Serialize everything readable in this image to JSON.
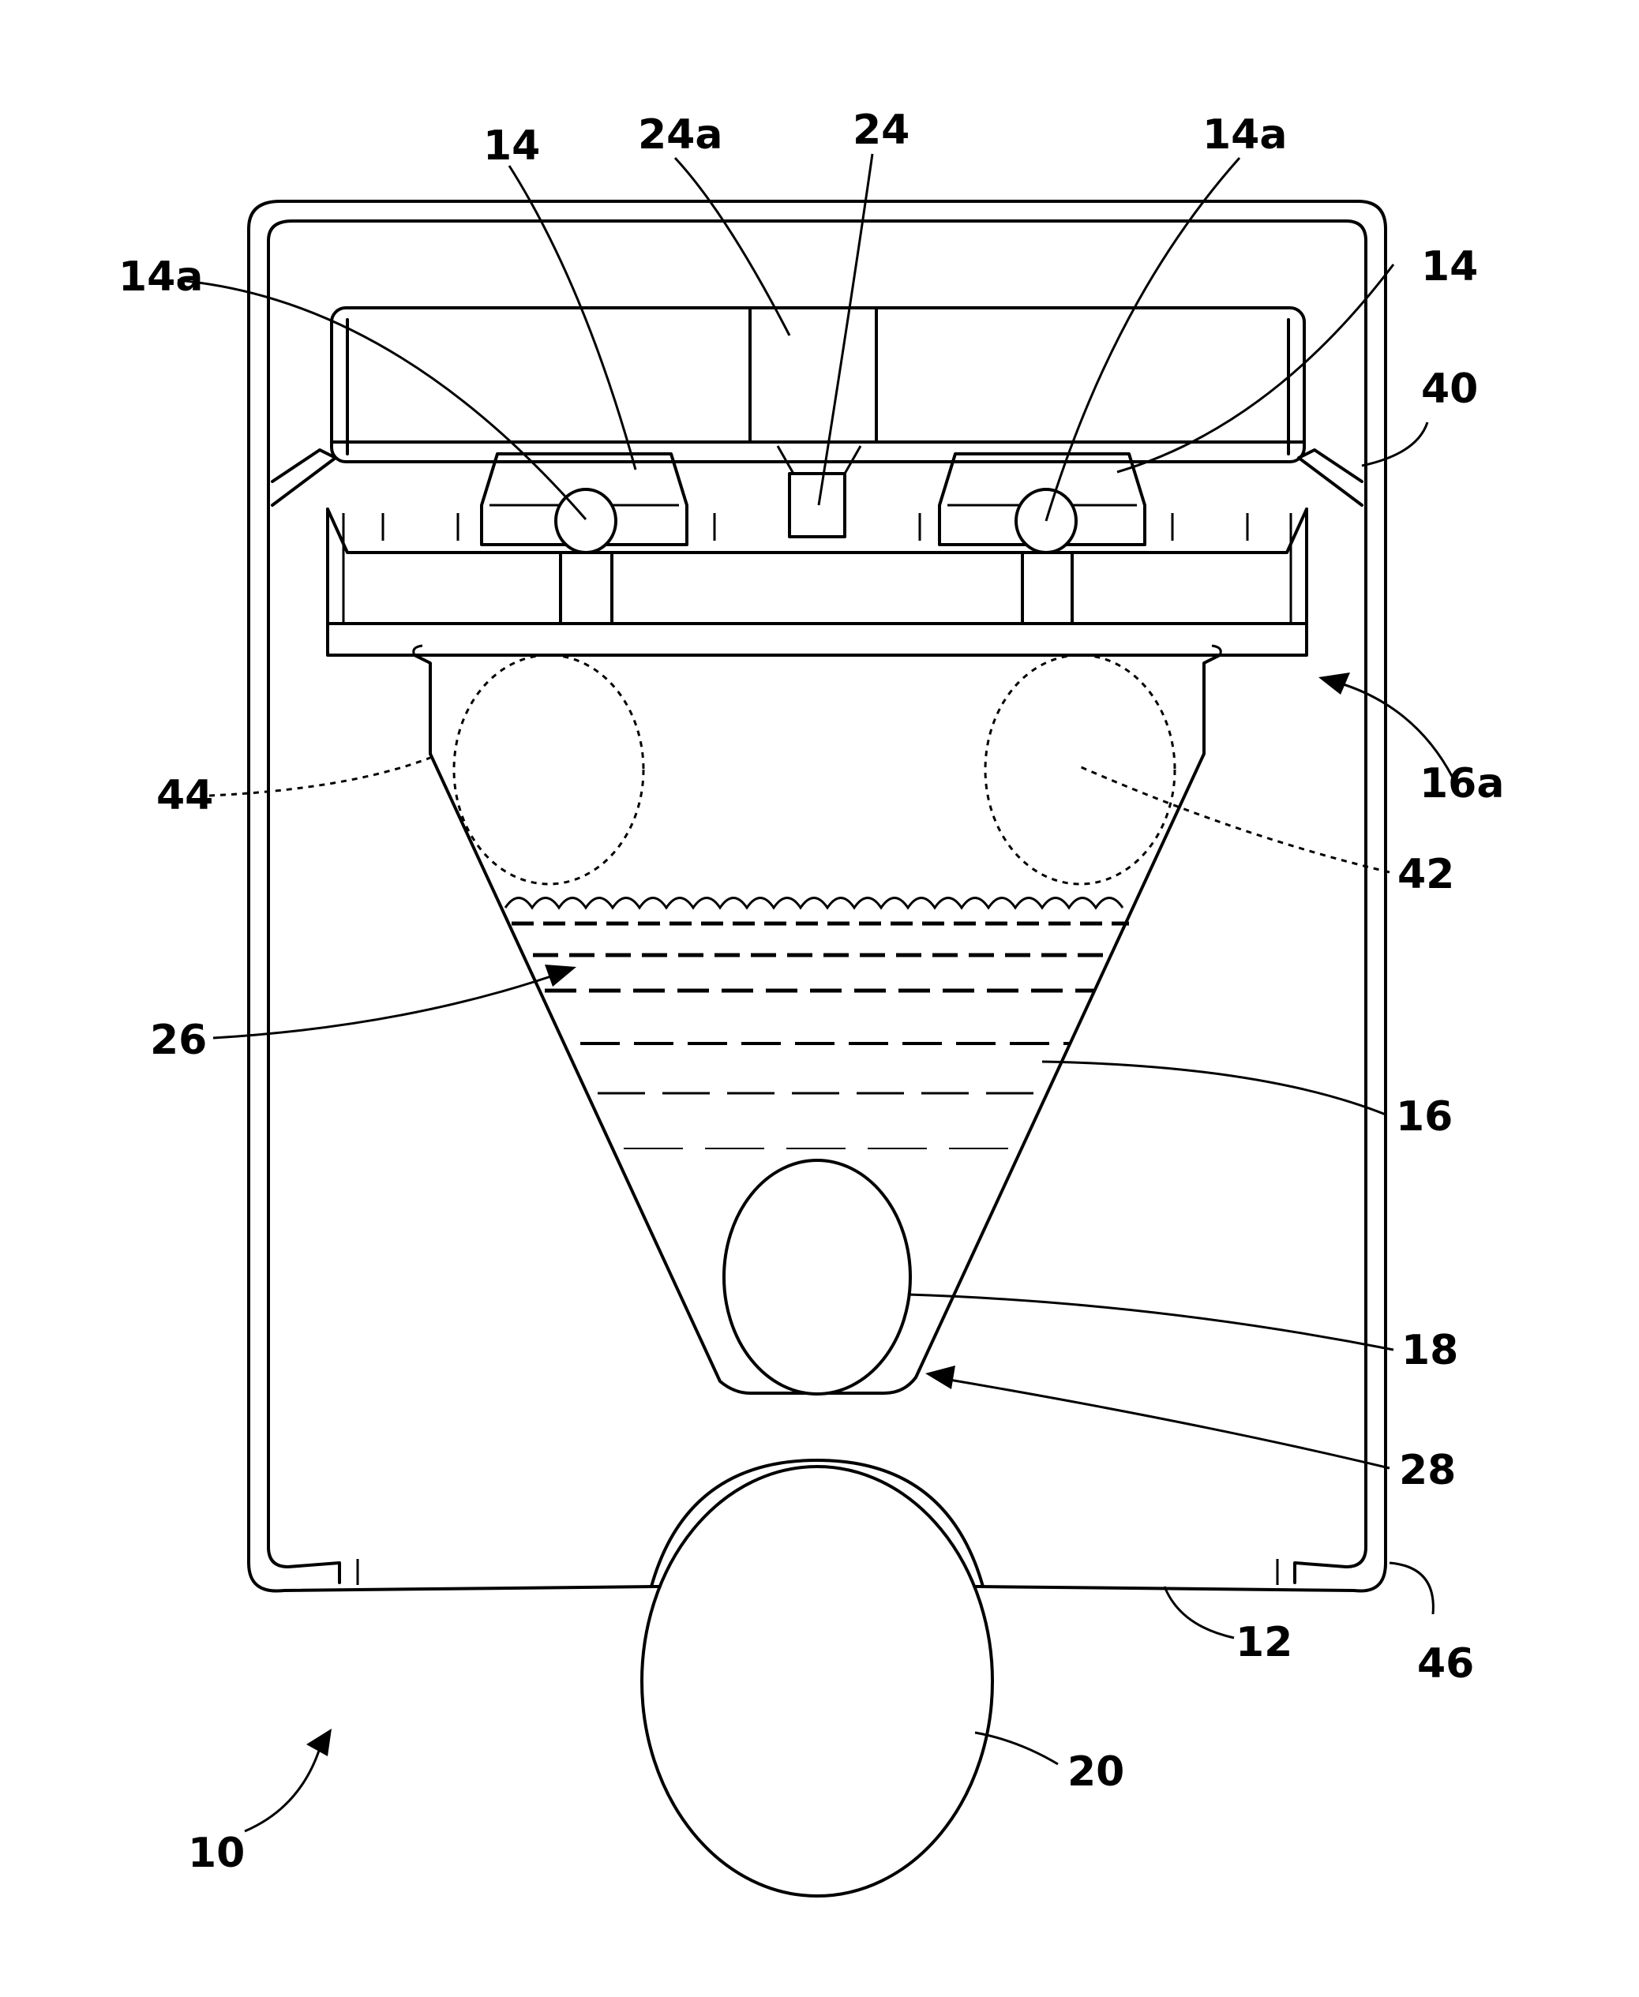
{
  "labels": {
    "l14a_left": "14a",
    "l14_left": "14",
    "l24a": "24a",
    "l24": "24",
    "l14a_right": "14a",
    "l14_right": "14",
    "l40": "40",
    "l16a": "16a",
    "l44": "44",
    "l42": "42",
    "l26": "26",
    "l16": "16",
    "l18": "18",
    "l28": "28",
    "l12": "12",
    "l46": "46",
    "l20": "20",
    "l10": "10"
  }
}
